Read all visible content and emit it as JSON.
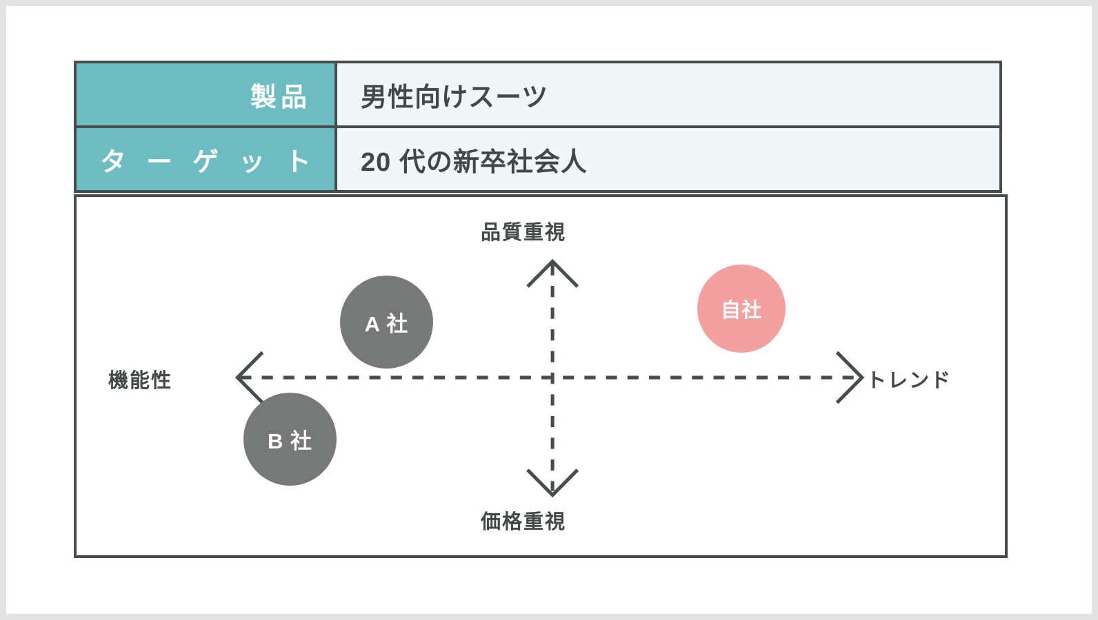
{
  "spec": {
    "rows": [
      {
        "key": "製品",
        "value": "男性向けスーツ"
      },
      {
        "key": "ターゲット",
        "value": "20 代の新卒社会人"
      }
    ]
  },
  "positioning_map": {
    "axes": {
      "top_label": "品質重視",
      "bottom_label": "価格重視",
      "left_label": "機能性",
      "right_label": "トレンド"
    },
    "bubbles": [
      {
        "label": "A 社",
        "color": "#767977",
        "text_color": "#ffffff"
      },
      {
        "label": "B 社",
        "color": "#767977",
        "text_color": "#ffffff"
      },
      {
        "label": "自社",
        "color": "#f2a0a0",
        "text_color": "#ffffff"
      }
    ]
  },
  "colors": {
    "page_background": "#e3e3e3",
    "card_background": "#ffffff",
    "border": "#474c4c",
    "header_teal": "#6dbcc2",
    "value_tint": "#eff7f9",
    "text_dark": "#424747",
    "competitor_gray": "#767977",
    "own_company_pink": "#f2a0a0"
  },
  "chart_data": {
    "type": "scatter",
    "title": "",
    "xlabel": "機能性 ↔ トレンド",
    "ylabel": "価格重視 ↔ 品質重視",
    "xlim": [
      -1,
      1
    ],
    "ylim": [
      -1,
      1
    ],
    "grid": false,
    "legend": "none",
    "axis_endpoints": {
      "x_negative": "機能性",
      "x_positive": "トレンド",
      "y_positive": "品質重視",
      "y_negative": "価格重視"
    },
    "points": [
      {
        "name": "A 社",
        "x": -0.45,
        "y": 0.36,
        "size": 135,
        "color": "#767977"
      },
      {
        "name": "B 社",
        "x": -0.7,
        "y": -0.36,
        "size": 135,
        "color": "#767977"
      },
      {
        "name": "自社",
        "x": 0.52,
        "y": 0.48,
        "size": 128,
        "color": "#f2a0a0"
      }
    ]
  }
}
